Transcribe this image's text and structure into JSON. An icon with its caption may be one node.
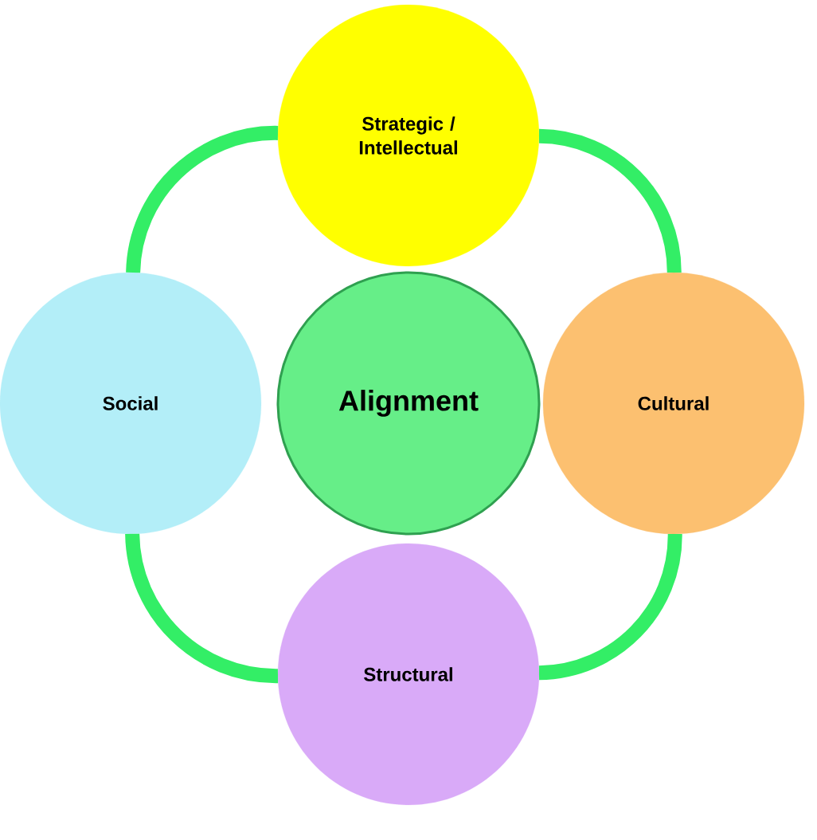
{
  "diagram": {
    "nodes": [
      {
        "text": [
          "Strategic / Intellectual"
        ]
      },
      {
        "text": [
          "Social"
        ]
      },
      {
        "text": [
          "Alignment"
        ]
      },
      {
        "text": [
          "Cultural"
        ]
      },
      {
        "text": [
          "Structural"
        ]
      }
    ],
    "edges": [
      {
        "from": 0,
        "to": 3,
        "arrow": "none"
      },
      {
        "from": 3,
        "to": 4,
        "arrow": "none"
      },
      {
        "from": 4,
        "to": 1,
        "arrow": "none"
      },
      {
        "from": 1,
        "to": 0,
        "arrow": "none"
      }
    ]
  }
}
